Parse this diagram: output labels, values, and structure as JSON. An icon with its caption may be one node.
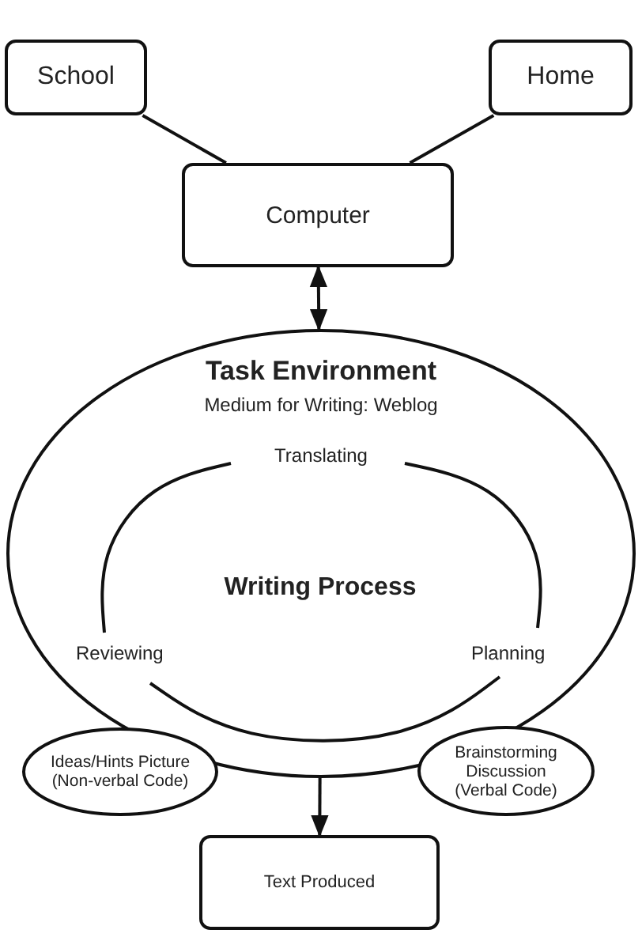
{
  "diagram": {
    "nodes": [
      {
        "text": [
          "School"
        ]
      },
      {
        "text": [
          "Home"
        ]
      },
      {
        "text": [
          "Computer"
        ]
      },
      {
        "text": [
          "Task Environment",
          "Medium for Writing: Weblog"
        ]
      },
      {
        "text": [
          "Writing Process"
        ],
        "in": 3
      },
      {
        "text": [
          "Ideas/Hints Picture (Non-verbal Code)"
        ]
      },
      {
        "text": [
          "Brainstorming Discussion (Verbal Code)"
        ]
      },
      {
        "text": [
          "Text Produced"
        ]
      }
    ],
    "edges": [
      {
        "from": 0,
        "to": 2,
        "arrow": "none"
      },
      {
        "from": 1,
        "to": 2,
        "arrow": "none"
      },
      {
        "from": 3,
        "to": 2,
        "arrow": "both"
      },
      {
        "from": 3,
        "to": 7,
        "arrow": "to"
      }
    ],
    "labels": [
      "Translating",
      "Reviewing",
      "Planning"
    ]
  }
}
